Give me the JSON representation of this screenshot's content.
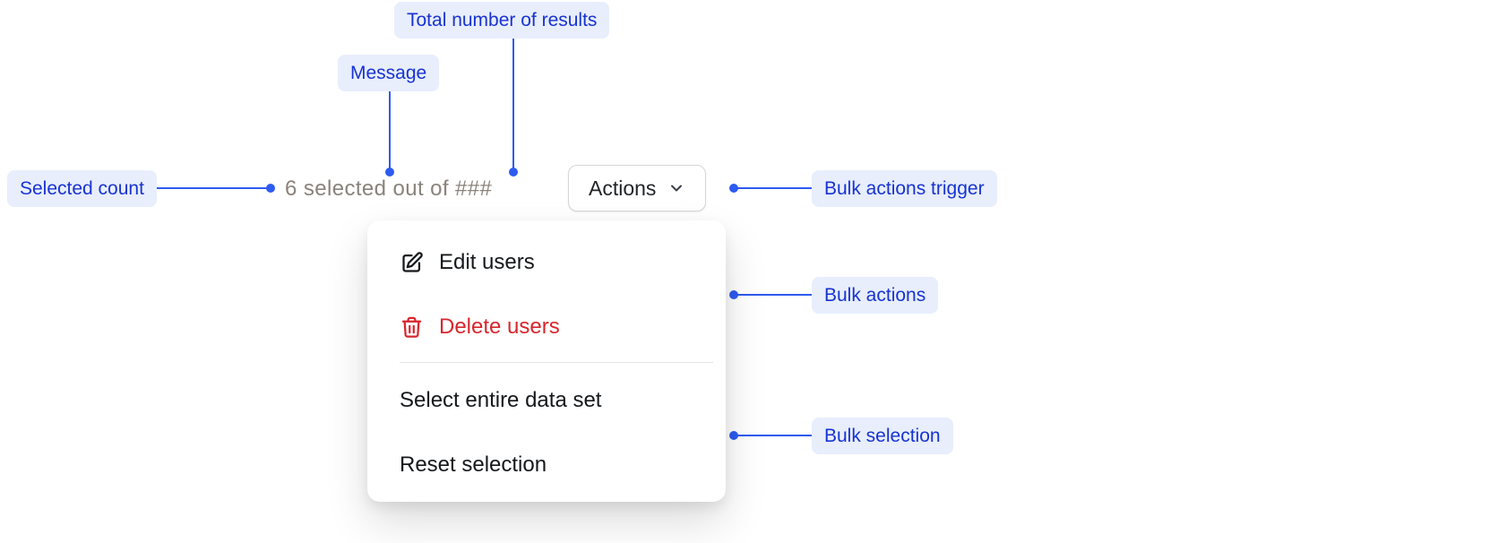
{
  "callouts": {
    "total_results": "Total number of results",
    "message": "Message",
    "selected_count": "Selected count",
    "bulk_actions_trigger": "Bulk actions trigger",
    "bulk_actions": "Bulk actions",
    "bulk_selection": "Bulk selection"
  },
  "bulk_bar": {
    "message": "6 selected out of ###",
    "actions_button": {
      "label": "Actions",
      "icon": "chevron-down-icon"
    }
  },
  "menu": {
    "items": [
      {
        "label": "Edit users",
        "icon": "edit-icon",
        "tone": "default"
      },
      {
        "label": "Delete users",
        "icon": "trash-icon",
        "tone": "critical"
      }
    ],
    "selection_items": [
      {
        "label": "Select entire data set"
      },
      {
        "label": "Reset selection"
      }
    ]
  },
  "colors": {
    "callout_text": "#1733d2",
    "callout_bg": "#e8eefc",
    "connector": "#2d5bf0",
    "critical_red": "#d7262d",
    "message_gray": "#8a837b"
  }
}
